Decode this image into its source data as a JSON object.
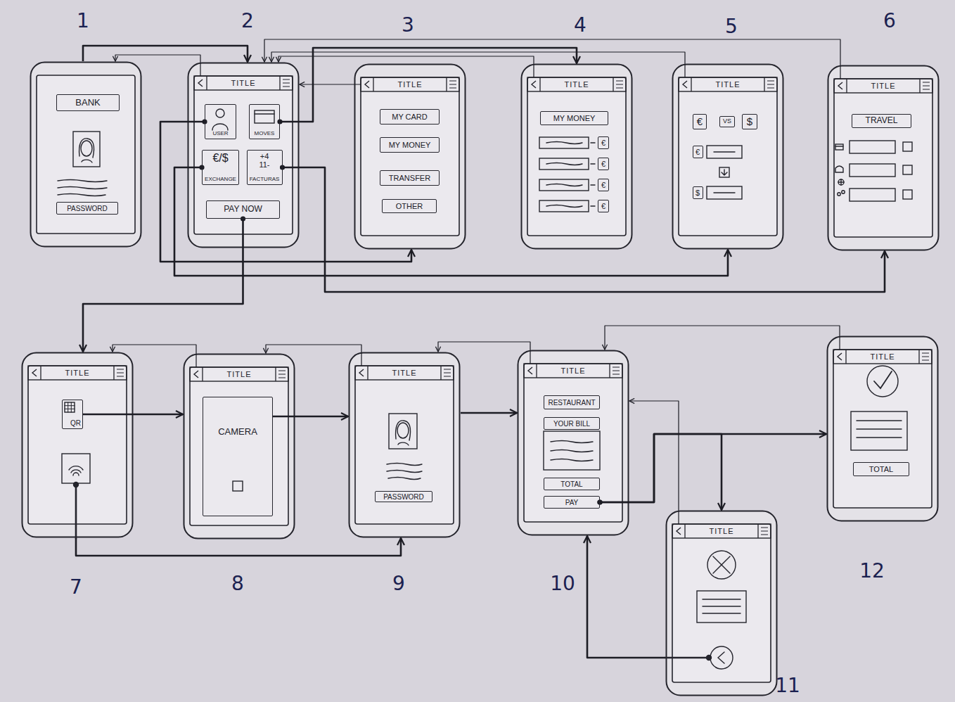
{
  "diagram": {
    "nodes": [
      {
        "text": [
          "1"
        ]
      },
      {
        "text": [
          "BANK"
        ],
        "in": 0
      },
      {
        "text": [
          "PASSWORD"
        ],
        "in": 0
      },
      {
        "text": [
          "2"
        ]
      },
      {
        "text": [
          "TITLE"
        ],
        "in": 3
      },
      {
        "text": [
          "USER"
        ],
        "in": 3
      },
      {
        "text": [
          "MOVES"
        ],
        "in": 3
      },
      {
        "text": [
          "€/$",
          "EXCHANGE"
        ],
        "in": 3
      },
      {
        "text": [
          "+4 11-",
          "FACTURAS"
        ],
        "in": 3
      },
      {
        "text": [
          "PAY NOW"
        ],
        "in": 3
      },
      {
        "text": [
          "3"
        ]
      },
      {
        "text": [
          "TITLE"
        ],
        "in": 10
      },
      {
        "text": [
          "MY CARD"
        ],
        "in": 10
      },
      {
        "text": [
          "MY MONEY"
        ],
        "in": 10
      },
      {
        "text": [
          "TRANSFER"
        ],
        "in": 10
      },
      {
        "text": [
          "OTHER"
        ],
        "in": 10
      },
      {
        "text": [
          "4"
        ]
      },
      {
        "text": [
          "TITLE"
        ],
        "in": 16
      },
      {
        "text": [
          "MY MONEY"
        ],
        "in": 16
      },
      {
        "text": [
          "€"
        ],
        "in": 16
      },
      {
        "text": [
          "€"
        ],
        "in": 16
      },
      {
        "text": [
          "€"
        ],
        "in": 16
      },
      {
        "text": [
          "€"
        ],
        "in": 16
      },
      {
        "text": [
          "5"
        ]
      },
      {
        "text": [
          "TITLE"
        ],
        "in": 23
      },
      {
        "text": [
          "€"
        ],
        "in": 23
      },
      {
        "text": [
          "VS"
        ],
        "in": 23
      },
      {
        "text": [
          "$"
        ],
        "in": 23
      },
      {
        "text": [
          "€"
        ],
        "in": 23
      },
      {
        "text": [
          "$"
        ],
        "in": 23
      },
      {
        "text": [
          "6"
        ]
      },
      {
        "text": [
          "TITLE"
        ],
        "in": 30
      },
      {
        "text": [
          "TRAVEL"
        ],
        "in": 30
      },
      {
        "text": [
          "7"
        ]
      },
      {
        "text": [
          "TITLE"
        ],
        "in": 33
      },
      {
        "text": [
          "QR"
        ],
        "in": 33
      },
      {
        "text": [
          "8"
        ]
      },
      {
        "text": [
          "TITLE"
        ],
        "in": 36
      },
      {
        "text": [
          "CAMERA"
        ],
        "in": 36
      },
      {
        "text": [
          "9"
        ]
      },
      {
        "text": [
          "TITLE"
        ],
        "in": 39
      },
      {
        "text": [
          "PASSWORD"
        ],
        "in": 39
      },
      {
        "text": [
          "10"
        ]
      },
      {
        "text": [
          "TITLE"
        ],
        "in": 42
      },
      {
        "text": [
          "RESTAURANT"
        ],
        "in": 42
      },
      {
        "text": [
          "YOUR BILL"
        ],
        "in": 42
      },
      {
        "text": [
          "TOTAL"
        ],
        "in": 42
      },
      {
        "text": [
          "PAY"
        ],
        "in": 42
      },
      {
        "text": [
          "11"
        ]
      },
      {
        "text": [
          "TITLE"
        ],
        "in": 48
      },
      {
        "text": [
          "12"
        ]
      },
      {
        "text": [
          "TITLE"
        ],
        "in": 50
      },
      {
        "text": [
          "TOTAL"
        ],
        "in": 50
      }
    ],
    "edges": [
      {
        "from": 0,
        "to": 3,
        "arrow": "to"
      },
      {
        "from": 4,
        "to": 0,
        "arrow": "to"
      },
      {
        "from": 5,
        "to": 10,
        "arrow": "to"
      },
      {
        "from": 6,
        "to": 16,
        "arrow": "to"
      },
      {
        "from": 7,
        "to": 23,
        "arrow": "to"
      },
      {
        "from": 8,
        "to": 30,
        "arrow": "to"
      },
      {
        "from": 9,
        "to": 33,
        "arrow": "to"
      },
      {
        "from": 11,
        "to": 3,
        "arrow": "to"
      },
      {
        "from": 17,
        "to": 3,
        "arrow": "to"
      },
      {
        "from": 24,
        "to": 3,
        "arrow": "to"
      },
      {
        "from": 31,
        "to": 3,
        "arrow": "to"
      },
      {
        "from": 35,
        "to": 36,
        "arrow": "to"
      },
      {
        "from": 33,
        "to": 39,
        "arrow": "to"
      },
      {
        "from": 38,
        "to": 39,
        "arrow": "to"
      },
      {
        "from": 39,
        "to": 42,
        "arrow": "to"
      },
      {
        "from": 37,
        "to": 33,
        "arrow": "to"
      },
      {
        "from": 40,
        "to": 36,
        "arrow": "to"
      },
      {
        "from": 43,
        "to": 39,
        "arrow": "to"
      },
      {
        "from": 51,
        "to": 42,
        "arrow": "to"
      },
      {
        "from": 47,
        "to": 50,
        "arrow": "to"
      },
      {
        "from": 47,
        "to": 48,
        "arrow": "to"
      },
      {
        "from": 49,
        "to": 42,
        "arrow": "to"
      },
      {
        "from": 48,
        "to": 42,
        "arrow": "to"
      }
    ]
  }
}
